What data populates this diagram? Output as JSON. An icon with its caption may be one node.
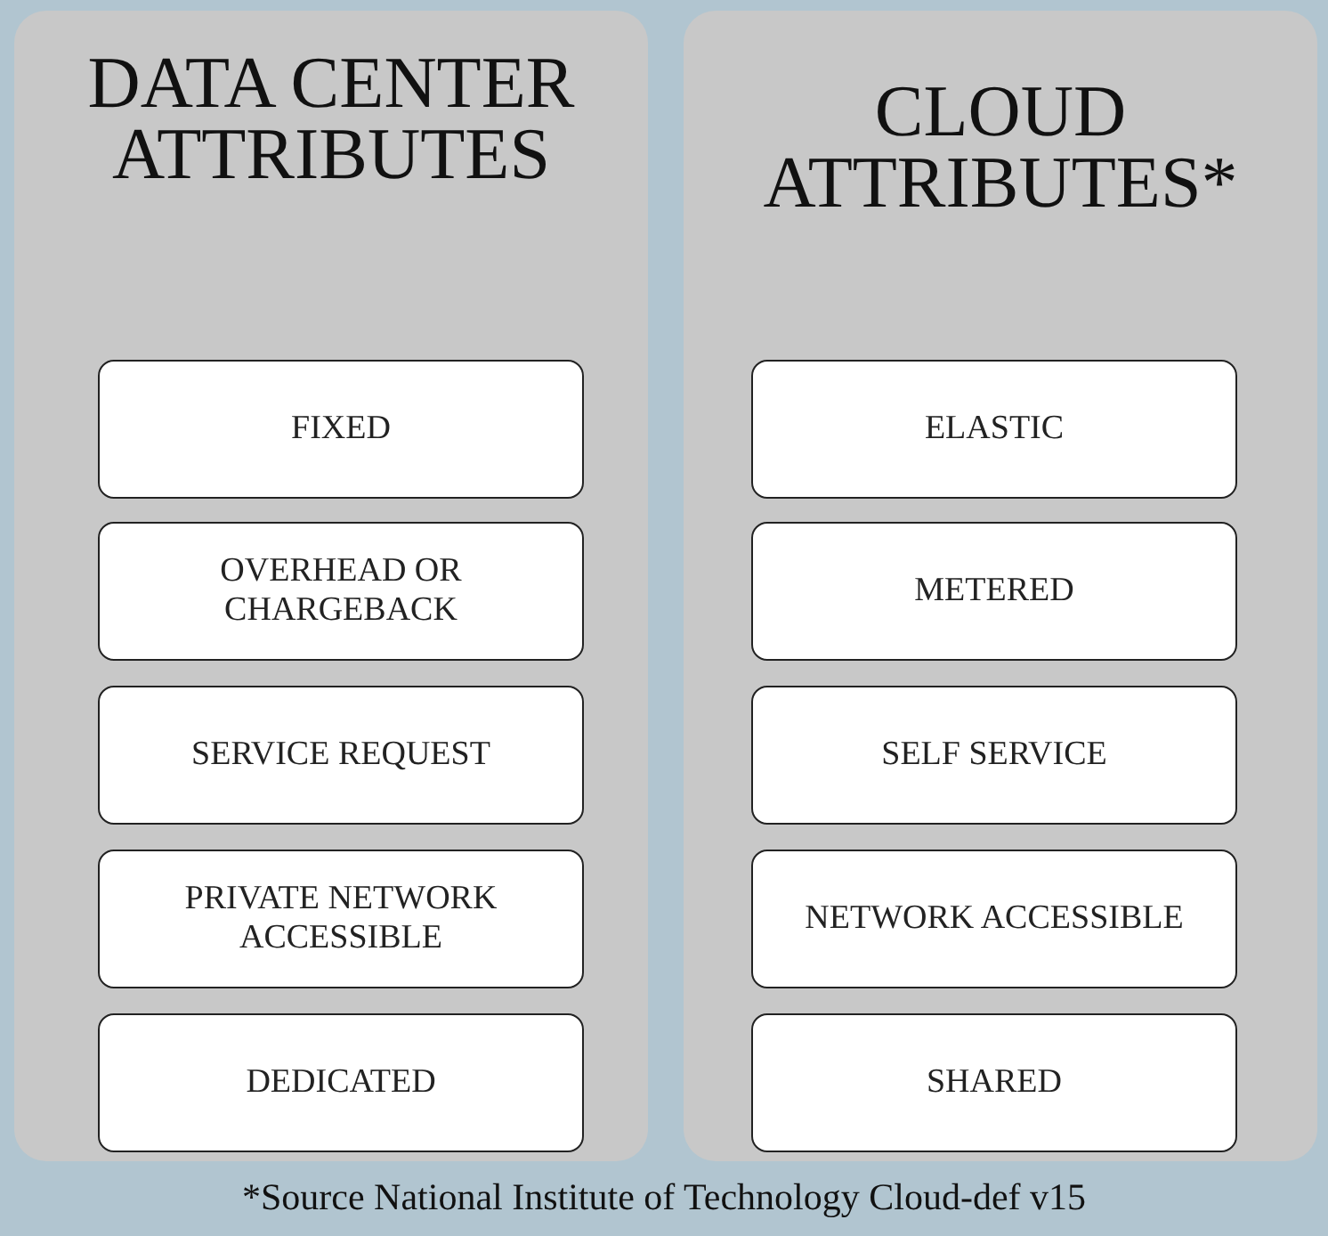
{
  "diagram": {
    "caption": "*Source National Institute of Technology Cloud-def v15",
    "nodes": [
      {
        "text": [
          "DATA CENTER ATTRIBUTES"
        ]
      },
      {
        "text": [
          "FIXED"
        ],
        "in": 0
      },
      {
        "text": [
          "OVERHEAD OR CHARGEBACK"
        ],
        "in": 0
      },
      {
        "text": [
          "SERVICE REQUEST"
        ],
        "in": 0
      },
      {
        "text": [
          "PRIVATE NETWORK ACCESSIBLE"
        ],
        "in": 0
      },
      {
        "text": [
          "DEDICATED"
        ],
        "in": 0
      },
      {
        "text": [
          "CLOUD ATTRIBUTES*"
        ]
      },
      {
        "text": [
          "ELASTIC"
        ],
        "in": 6
      },
      {
        "text": [
          "METERED"
        ],
        "in": 6
      },
      {
        "text": [
          "SELF SERVICE"
        ],
        "in": 6
      },
      {
        "text": [
          "NETWORK ACCESSIBLE"
        ],
        "in": 6
      },
      {
        "text": [
          "SHARED"
        ],
        "in": 6
      }
    ],
    "edges": []
  }
}
